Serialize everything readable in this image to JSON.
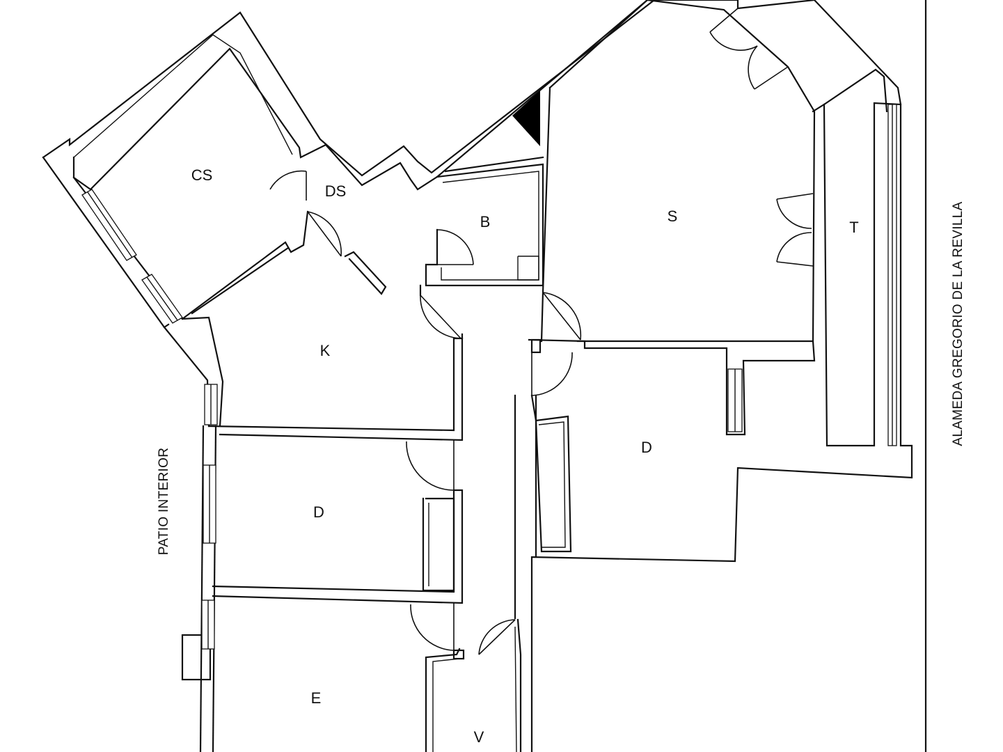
{
  "plan": {
    "rooms": {
      "cs": "CS",
      "ds": "DS",
      "b": "B",
      "s": "S",
      "t": "T",
      "k": "K",
      "d_left": "D",
      "d_right": "D",
      "e": "E",
      "v": "V"
    },
    "labels": {
      "patio": "PATIO INTERIOR",
      "street": "ALAMEDA GREGORIO DE LA REVILLA"
    },
    "colors": {
      "ink": "#111111",
      "paper": "#ffffff"
    }
  }
}
